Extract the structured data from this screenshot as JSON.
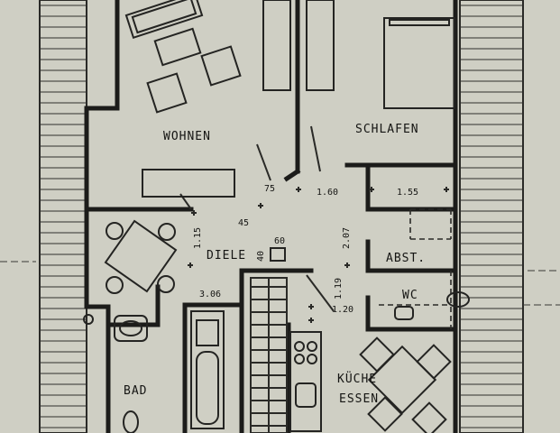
{
  "rooms": {
    "wohnen": "WOHNEN",
    "schlafen": "SCHLAFEN",
    "diele": "DIELE",
    "abst": "ABST.",
    "wc": "WC",
    "bad": "BAD",
    "kueche": "KÜCHE",
    "essen": "ESSEN"
  },
  "dimensions": {
    "d75": "75",
    "d160": "1.60",
    "d155": "1.55",
    "d45": "45",
    "d115": "1.15",
    "d40a": "40",
    "d40b": "60",
    "d207": "2.07",
    "d306": "3.06",
    "d119": "1.19",
    "d120": "1.20"
  }
}
